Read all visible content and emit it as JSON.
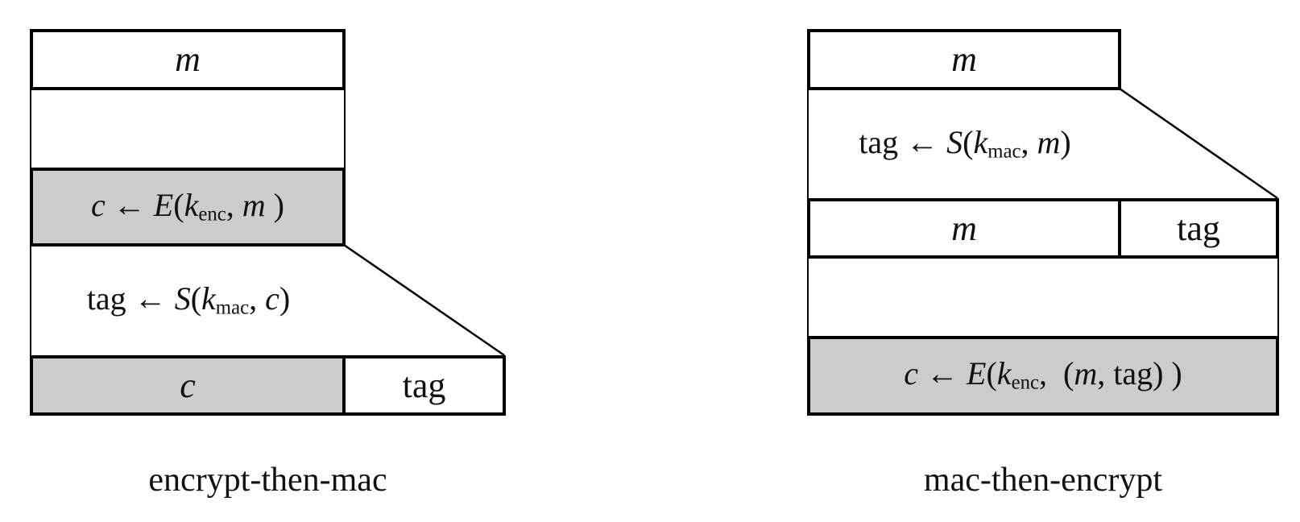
{
  "colors": {
    "background": "#ffffff",
    "line": "#000000",
    "fill_gray": "#cccccc"
  },
  "left_diagram": {
    "caption": "encrypt-then-mac",
    "message_box": {
      "text": "m"
    },
    "encrypt_box": {
      "formula": [
        {
          "t": "c",
          "s": "i"
        },
        {
          "t": " ← ",
          "s": "r"
        },
        {
          "t": "E",
          "s": "i"
        },
        {
          "t": "(",
          "s": "r"
        },
        {
          "t": "k",
          "s": "i"
        },
        {
          "t": "enc",
          "s": "sub"
        },
        {
          "t": ", ",
          "s": "r"
        },
        {
          "t": "m",
          "s": "i"
        },
        {
          "t": " )",
          "s": "r"
        }
      ]
    },
    "sign_step": {
      "formula": [
        {
          "t": "tag",
          "s": "r"
        },
        {
          "t": " ← ",
          "s": "r"
        },
        {
          "t": "S",
          "s": "i"
        },
        {
          "t": "(",
          "s": "r"
        },
        {
          "t": "k",
          "s": "i"
        },
        {
          "t": "mac",
          "s": "sub"
        },
        {
          "t": ", ",
          "s": "r"
        },
        {
          "t": "c",
          "s": "i"
        },
        {
          "t": ")",
          "s": "r"
        }
      ]
    },
    "result_row": {
      "ciphertext_cell": "c",
      "tag_cell": "tag"
    }
  },
  "right_diagram": {
    "caption": "mac-then-encrypt",
    "message_box": {
      "text": "m"
    },
    "sign_step": {
      "formula": [
        {
          "t": "tag",
          "s": "r"
        },
        {
          "t": " ← ",
          "s": "r"
        },
        {
          "t": "S",
          "s": "i"
        },
        {
          "t": "(",
          "s": "r"
        },
        {
          "t": "k",
          "s": "i"
        },
        {
          "t": "mac",
          "s": "sub"
        },
        {
          "t": ", ",
          "s": "r"
        },
        {
          "t": "m",
          "s": "i"
        },
        {
          "t": ")",
          "s": "r"
        }
      ]
    },
    "tagged_row": {
      "message_cell": "m",
      "tag_cell": "tag"
    },
    "encrypt_box": {
      "formula": [
        {
          "t": "c",
          "s": "i"
        },
        {
          "t": " ← ",
          "s": "r"
        },
        {
          "t": "E",
          "s": "i"
        },
        {
          "t": "(",
          "s": "r"
        },
        {
          "t": "k",
          "s": "i"
        },
        {
          "t": "enc",
          "s": "sub"
        },
        {
          "t": ",  ",
          "s": "r"
        },
        {
          "t": "(",
          "s": "r"
        },
        {
          "t": "m",
          "s": "i"
        },
        {
          "t": ", ",
          "s": "r"
        },
        {
          "t": "tag",
          "s": "r"
        },
        {
          "t": ") )",
          "s": "r"
        }
      ]
    }
  }
}
